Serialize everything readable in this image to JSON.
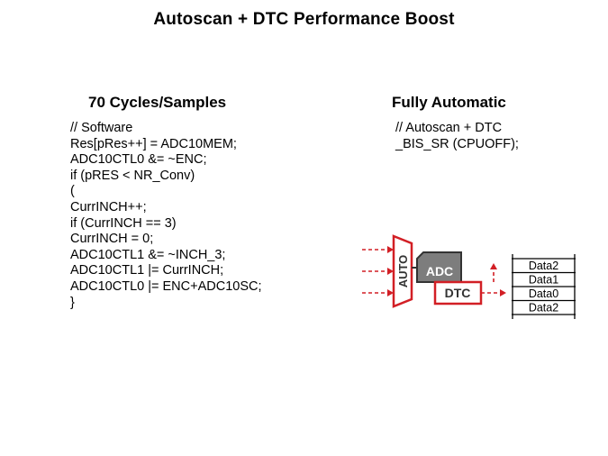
{
  "title": "Autoscan + DTC Performance Boost",
  "left": {
    "heading": "70 Cycles/Samples",
    "code_lines": [
      "// Software",
      "Res[pRes++] = ADC10MEM;",
      "ADC10CTL0 &= ~ENC;",
      "if (pRES < NR_Conv)",
      "(",
      "CurrINCH++;",
      "if (CurrINCH == 3)",
      "CurrINCH = 0;",
      "ADC10CTL1 &= ~INCH_3;",
      "ADC10CTL1 |= CurrINCH;",
      "ADC10CTL0 |= ENC+ADC10SC;",
      "}"
    ]
  },
  "right": {
    "heading": "Fully Automatic",
    "code_lines": [
      "// Autoscan + DTC",
      "_BIS_SR (CPUOFF);"
    ]
  },
  "diagram": {
    "auto_label": "AUTO",
    "adc_label": "ADC",
    "dtc_label": "DTC",
    "data_rows": [
      "Data2",
      "Data1",
      "Data0",
      "Data2"
    ],
    "colors": {
      "red": "#d21f25",
      "gray": "#7d7d7d",
      "dark": "#333333"
    }
  }
}
